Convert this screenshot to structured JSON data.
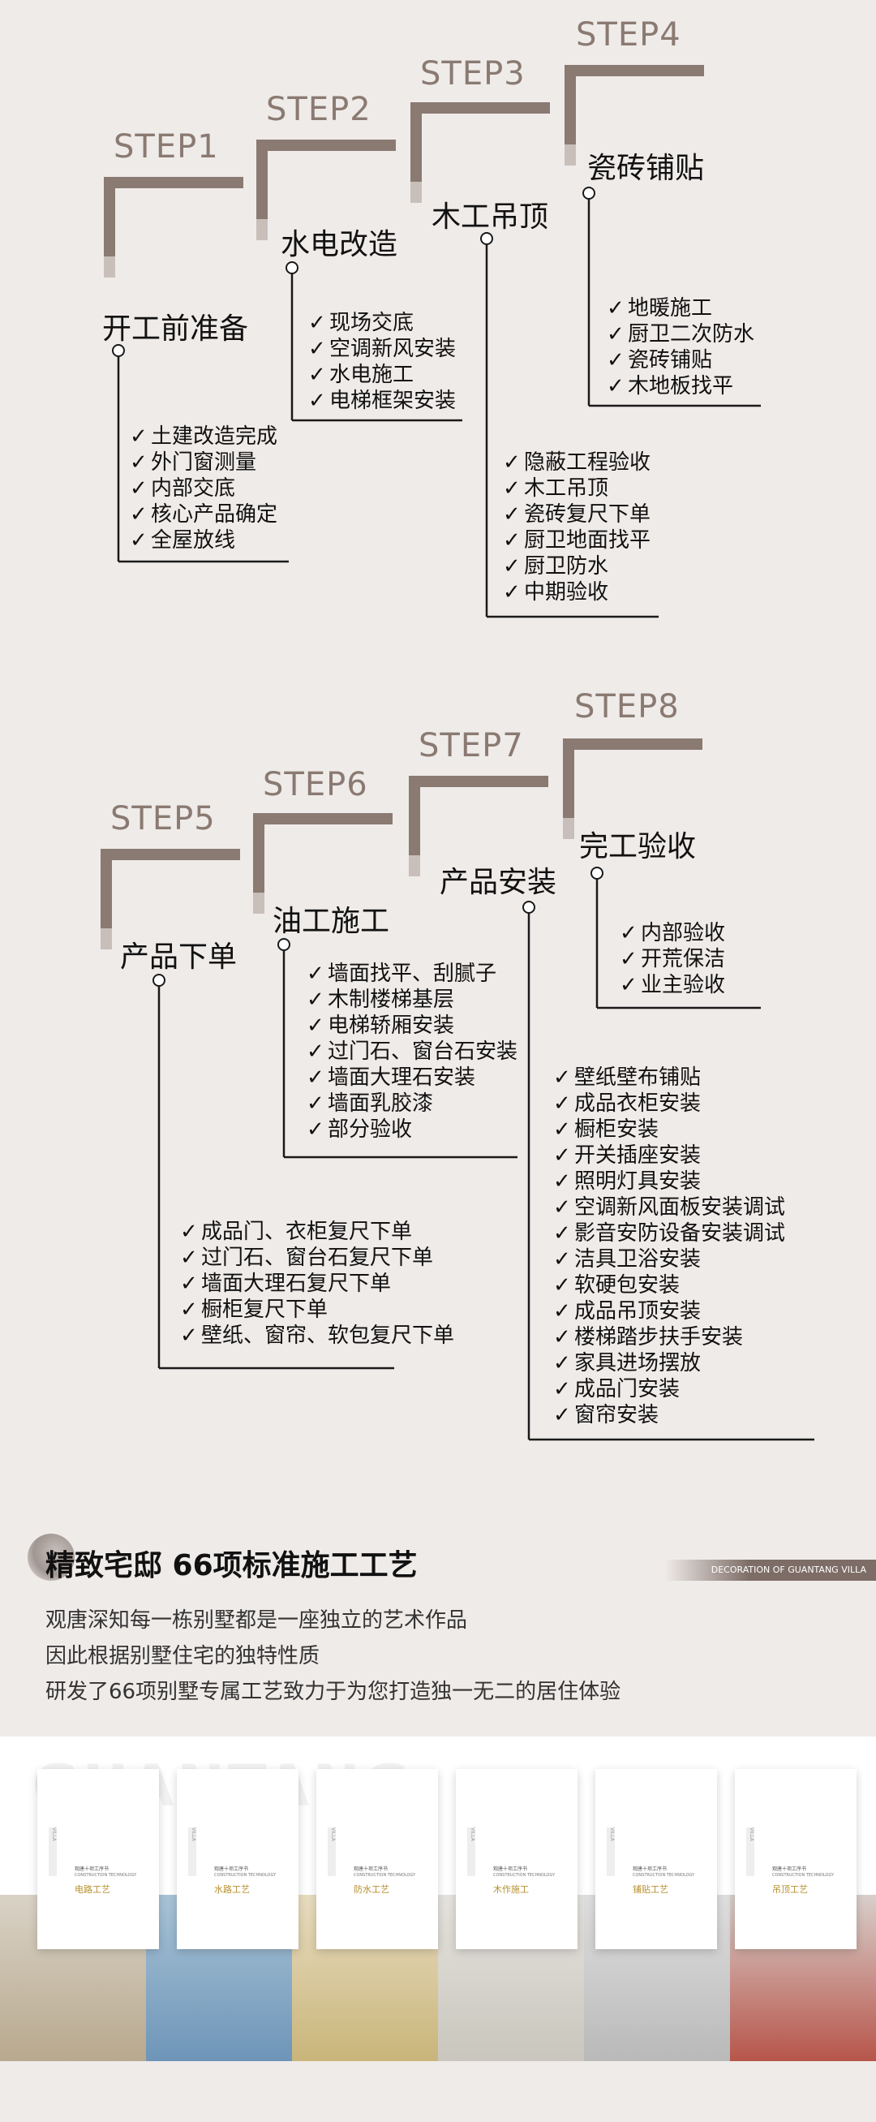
{
  "colors": {
    "bar": "#8a7a72",
    "line": "#1a1a1a",
    "background": "#efebe9",
    "accent": "#b8902e"
  },
  "check_mark": "✓",
  "steps": [
    {
      "step": "STEP1",
      "title": "开工前准备",
      "items": [
        "土建改造完成",
        "外门窗测量",
        "内部交底",
        "核心产品确定",
        "全屋放线"
      ]
    },
    {
      "step": "STEP2",
      "title": "水电改造",
      "items": [
        "现场交底",
        "空调新风安装",
        "水电施工",
        "电梯框架安装"
      ]
    },
    {
      "step": "STEP3",
      "title": "木工吊顶",
      "items": [
        "隐蔽工程验收",
        "木工吊顶",
        "瓷砖复尺下单",
        "厨卫地面找平",
        "厨卫防水",
        "中期验收"
      ]
    },
    {
      "step": "STEP4",
      "title": "瓷砖铺贴",
      "items": [
        "地暖施工",
        "厨卫二次防水",
        "瓷砖铺贴",
        "木地板找平"
      ]
    },
    {
      "step": "STEP5",
      "title": "产品下单",
      "items": [
        "成品门、衣柜复尺下单",
        "过门石、窗台石复尺下单",
        "墙面大理石复尺下单",
        "橱柜复尺下单",
        "壁纸、窗帘、软包复尺下单"
      ]
    },
    {
      "step": "STEP6",
      "title": "油工施工",
      "items": [
        "墙面找平、刮腻子",
        "木制楼梯基层",
        "电梯轿厢安装",
        "过门石、窗台石安装",
        "墙面大理石安装",
        "墙面乳胶漆",
        "部分验收"
      ]
    },
    {
      "step": "STEP7",
      "title": "产品安装",
      "items": [
        "壁纸壁布铺贴",
        "成品衣柜安装",
        "橱柜安装",
        "开关插座安装",
        "照明灯具安装",
        "空调新风面板安装调试",
        "影音安防设备安装调试",
        "洁具卫浴安装",
        "软硬包安装",
        "成品吊顶安装",
        "楼梯踏步扶手安装",
        "家具进场摆放",
        "成品门安装",
        "窗帘安装"
      ]
    },
    {
      "step": "STEP8",
      "title": "完工验收",
      "items": [
        "内部验收",
        "开荒保洁",
        "业主验收"
      ]
    }
  ],
  "section": {
    "title": "精致宅邸 66项标准施工工艺",
    "banner": "DECORATION OF GUANTANG VILLA",
    "lines": [
      "观唐深知每一栋别墅都是一座独立的艺术作品",
      "因此根据别墅住宅的独特性质",
      "研发了66项别墅专属工艺致力于为您打造独一无二的居住体验"
    ]
  },
  "books": {
    "ghost_text": "GUANTANG",
    "small_caption": "观唐十项工序书",
    "sub_caption": "CONSTRUCTION TECHNOLOGY",
    "side_caption": "VILLA",
    "items": [
      "电路工艺",
      "水路工艺",
      "防水工艺",
      "木作施工",
      "铺贴工艺",
      "吊顶工艺"
    ]
  }
}
